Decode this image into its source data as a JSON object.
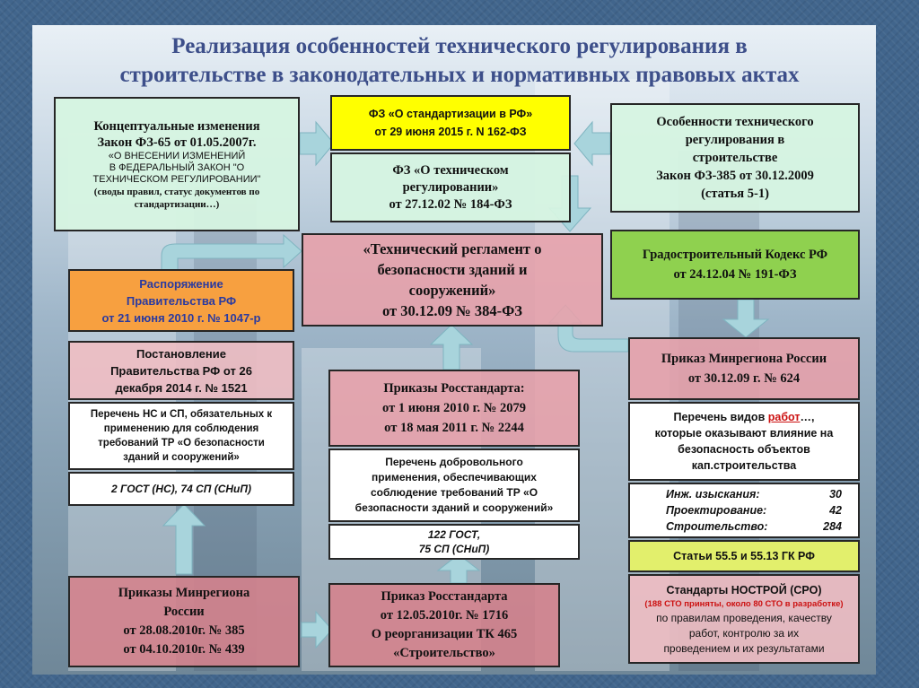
{
  "title": {
    "line1": "Реализация особенностей технического регулирования в",
    "line2": "строительстве в законодательных и нормативных правовых актах"
  },
  "concept": {
    "line1": "Концептуальные изменения",
    "line2": "Закон ФЗ-65 от 01.05.2007г.",
    "line3": "«О ВНЕСЕНИИ ИЗМЕНЕНИЙ",
    "line4": "В ФЕДЕРАЛЬНЫЙ ЗАКОН \"О",
    "line5": "ТЕХНИЧЕСКОМ РЕГУЛИРОВАНИИ\"",
    "line6": "(своды правил, статус документов по",
    "line7": "стандартизации…)"
  },
  "fz162": {
    "line1": "ФЗ «О стандартизации в РФ»",
    "line2": "от 29 июня 2015 г. N 162-ФЗ"
  },
  "fz184": {
    "line1": "ФЗ «О техническом",
    "line2": "регулировании»",
    "line3": "от 27.12.02 № 184-ФЗ"
  },
  "fz385": {
    "line1": "Особенности технического",
    "line2": "регулирования в",
    "line3": "строительстве",
    "line4": "Закон ФЗ-385 от 30.12.2009",
    "line5": "(статья 5-1)"
  },
  "reglament": {
    "line1": "«Технический регламент о",
    "line2": "безопасности зданий и",
    "line3": "сооружений»",
    "line4": "от 30.12.09 № 384-ФЗ"
  },
  "grad": {
    "line1": "Градостроительный Кодекс РФ",
    "line2": "от 24.12.04 № 191-ФЗ"
  },
  "rasp": {
    "line1": "Распоряжение",
    "line2": "Правительства РФ",
    "line3": "от 21 июня 2010 г. № 1047-р"
  },
  "postan": {
    "line1": "Постановление",
    "line2": "Правительства РФ от 26",
    "line3": "декабря 2014 г. № 1521"
  },
  "perechen_ns": {
    "line1": "Перечень НС и СП, обязательных к",
    "line2": "применению для соблюдения",
    "line3": "требований ТР «О безопасности",
    "line4": "зданий и сооружений»"
  },
  "gost_ns": "2 ГОСТ (НС), 74 СП (СНиП)",
  "rosst": {
    "line1": "Приказы Росстандарта:",
    "line2": "от 1 июня 2010 г. № 2079",
    "line3": "от 18 мая 2011 г. № 2244"
  },
  "perechen_dobr": {
    "line1": "Перечень добровольного",
    "line2": "применения,  обеспечивающих",
    "line3": "соблюдение требований ТР «О",
    "line4": "безопасности зданий и сооружений»"
  },
  "gost122": {
    "line1": "122 ГОСТ,",
    "line2": "75 СП (СНиП)"
  },
  "minreg624": {
    "line1": "Приказ Минрегиона России",
    "line2": "от 30.12.09 г. № 624"
  },
  "perechen_rabot": {
    "pre": "Перечень видов ",
    "highlight": "работ",
    "post": "…,",
    "line2": "которые оказывают влияние на",
    "line3": "безопасность объектов",
    "line4": "кап.строительства"
  },
  "counts": {
    "r1_label": "Инж. изыскания:",
    "r1_value": "30",
    "r2_label": "Проектирование:",
    "r2_value": "42",
    "r3_label": "Строительство:",
    "r3_value": "284"
  },
  "stati": "Статьи  55.5 и 55.13 ГК РФ",
  "minreg385": {
    "line1": "Приказы Минрегиона",
    "line2": "России",
    "line3": "от 28.08.2010г.  № 385",
    "line4": "от  04.10.2010г.  № 439"
  },
  "rosst1716": {
    "line1": "Приказ Росстандарта",
    "line2": "от 12.05.2010г.  № 1716",
    "line3": "О реорганизации ТК 465",
    "line4": "«Строительство»"
  },
  "nostroy": {
    "line1": "Стандарты НОСТРОЙ (СРО)",
    "line2": "(188 СТО приняты, около 80 СТО в разработке)",
    "line3": "по правилам проведения, качеству",
    "line4": "работ, контролю за их",
    "line5": "проведением и их результатами"
  },
  "colors": {
    "title": "#3d4f8a",
    "arrow": "#a8d4dc",
    "orange_text": "#2a3aa0",
    "red_text": "#cc1111"
  }
}
